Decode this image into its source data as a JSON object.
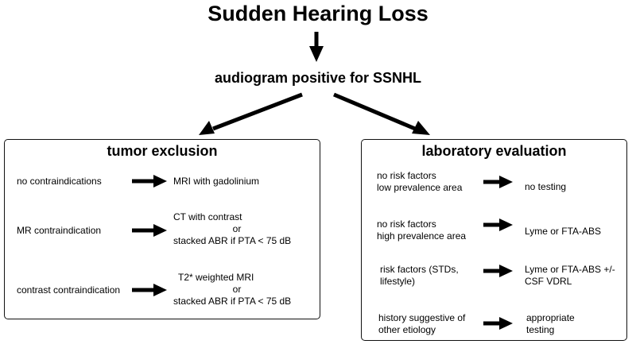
{
  "title": "Sudden Hearing Loss",
  "subtitle": "audiogram positive for SSNHL",
  "left_panel": {
    "title": "tumor exclusion",
    "rows": [
      {
        "condition": "no contraindications",
        "outcome": "MRI with gadolinium"
      },
      {
        "condition": "MR contraindication",
        "outcome_lines": [
          "CT with contrast",
          "or",
          "stacked ABR if PTA < 75 dB"
        ]
      },
      {
        "condition": "contrast contraindication",
        "outcome_lines": [
          "T2* weighted MRI",
          "or",
          "stacked ABR if PTA < 75 dB"
        ]
      }
    ]
  },
  "right_panel": {
    "title": "laboratory evaluation",
    "rows": [
      {
        "condition_lines": [
          "no risk factors",
          "low prevalence area"
        ],
        "outcome_lines": [
          "no testing"
        ]
      },
      {
        "condition_lines": [
          "no risk factors",
          "high prevalence area"
        ],
        "outcome_lines": [
          "Lyme or FTA-ABS"
        ]
      },
      {
        "condition_lines": [
          "risk factors (STDs,",
          "lifestyle)"
        ],
        "outcome_lines": [
          "Lyme or FTA-ABS +/-",
          "CSF VDRL"
        ]
      },
      {
        "condition_lines": [
          "history suggestive of",
          "other etiology"
        ],
        "outcome_lines": [
          "appropriate",
          "testing"
        ]
      }
    ]
  }
}
